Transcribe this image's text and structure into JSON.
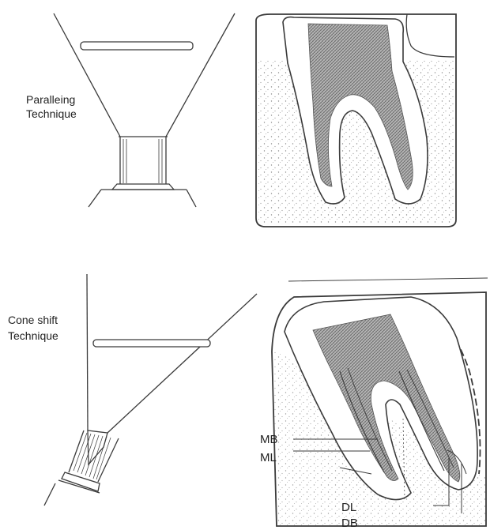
{
  "panels": {
    "paralleling": {
      "label_line1": "Paralleing",
      "label_line2": "Technique"
    },
    "cone_shift": {
      "label_line1": "Cone shift",
      "label_line2": "Technique"
    }
  },
  "root_labels": {
    "mb": "MB",
    "ml": "ML",
    "dl": "DL",
    "db": "DB"
  },
  "colors": {
    "ink": "#3a3a3a",
    "paper": "#ffffff",
    "bone_stipple": "#9a9a9a",
    "pulp_hatch": "#6a6a6a"
  }
}
